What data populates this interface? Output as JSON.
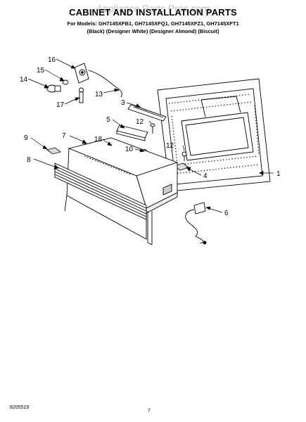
{
  "header": {
    "watermark": "Appliance Parts Pros.com",
    "title": "CABINET AND INSTALLATION PARTS",
    "models_line": "For Models: GH7145XFB1, GH7145XFQ1, GH7145XFZ1, GH7145XFT1",
    "colors_line": "(Black) (Designer White) (Designer Almond) (Biscuit)"
  },
  "callouts": [
    {
      "id": "1",
      "label": "1"
    },
    {
      "id": "3",
      "label": "3"
    },
    {
      "id": "4",
      "label": "4"
    },
    {
      "id": "5",
      "label": "5"
    },
    {
      "id": "6",
      "label": "6"
    },
    {
      "id": "7",
      "label": "7"
    },
    {
      "id": "8",
      "label": "8"
    },
    {
      "id": "9",
      "label": "9"
    },
    {
      "id": "10",
      "label": "10"
    },
    {
      "id": "12a",
      "label": "12"
    },
    {
      "id": "12b",
      "label": "12"
    },
    {
      "id": "13",
      "label": "13"
    },
    {
      "id": "14",
      "label": "14"
    },
    {
      "id": "15",
      "label": "15"
    },
    {
      "id": "16",
      "label": "16"
    },
    {
      "id": "17",
      "label": "17"
    },
    {
      "id": "18",
      "label": "18"
    }
  ],
  "footer": {
    "doc_number": "8205519",
    "page_number": "7"
  }
}
